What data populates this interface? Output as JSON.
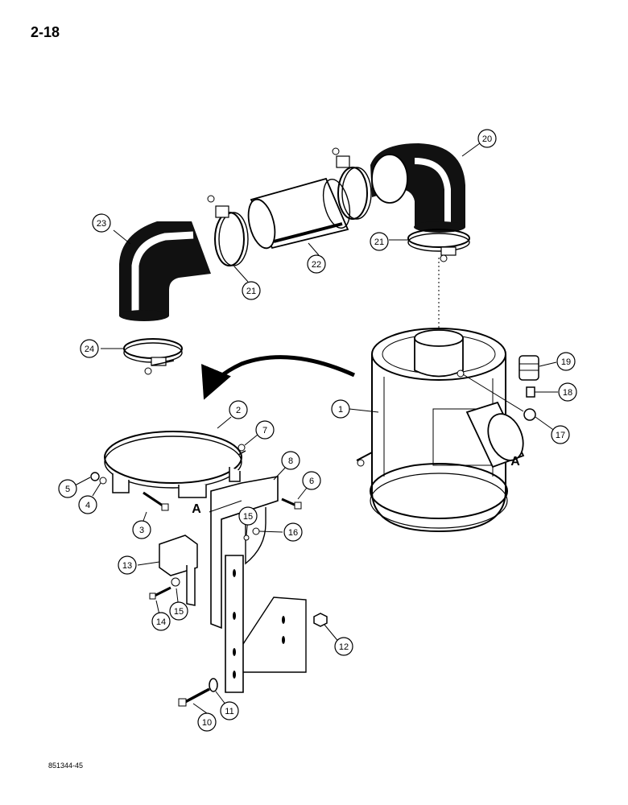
{
  "page_number": "2-18",
  "drawing_id": "851344-45",
  "callouts": {
    "c1": "1",
    "c2": "2",
    "c3": "3",
    "c4": "4",
    "c5": "5",
    "c6": "6",
    "c7": "7",
    "c8": "8",
    "c9": "10",
    "c10": "11",
    "c11": "12",
    "c12": "13",
    "c13": "14",
    "c14": "15",
    "c15": "15",
    "c16": "16",
    "c17": "17",
    "c18": "18",
    "c19": "19",
    "c20": "20",
    "c21": "21",
    "c22": "21",
    "c23": "22",
    "c24": "23",
    "c25": "24"
  },
  "view_letters": {
    "bracket": "A",
    "outlet": "A"
  }
}
